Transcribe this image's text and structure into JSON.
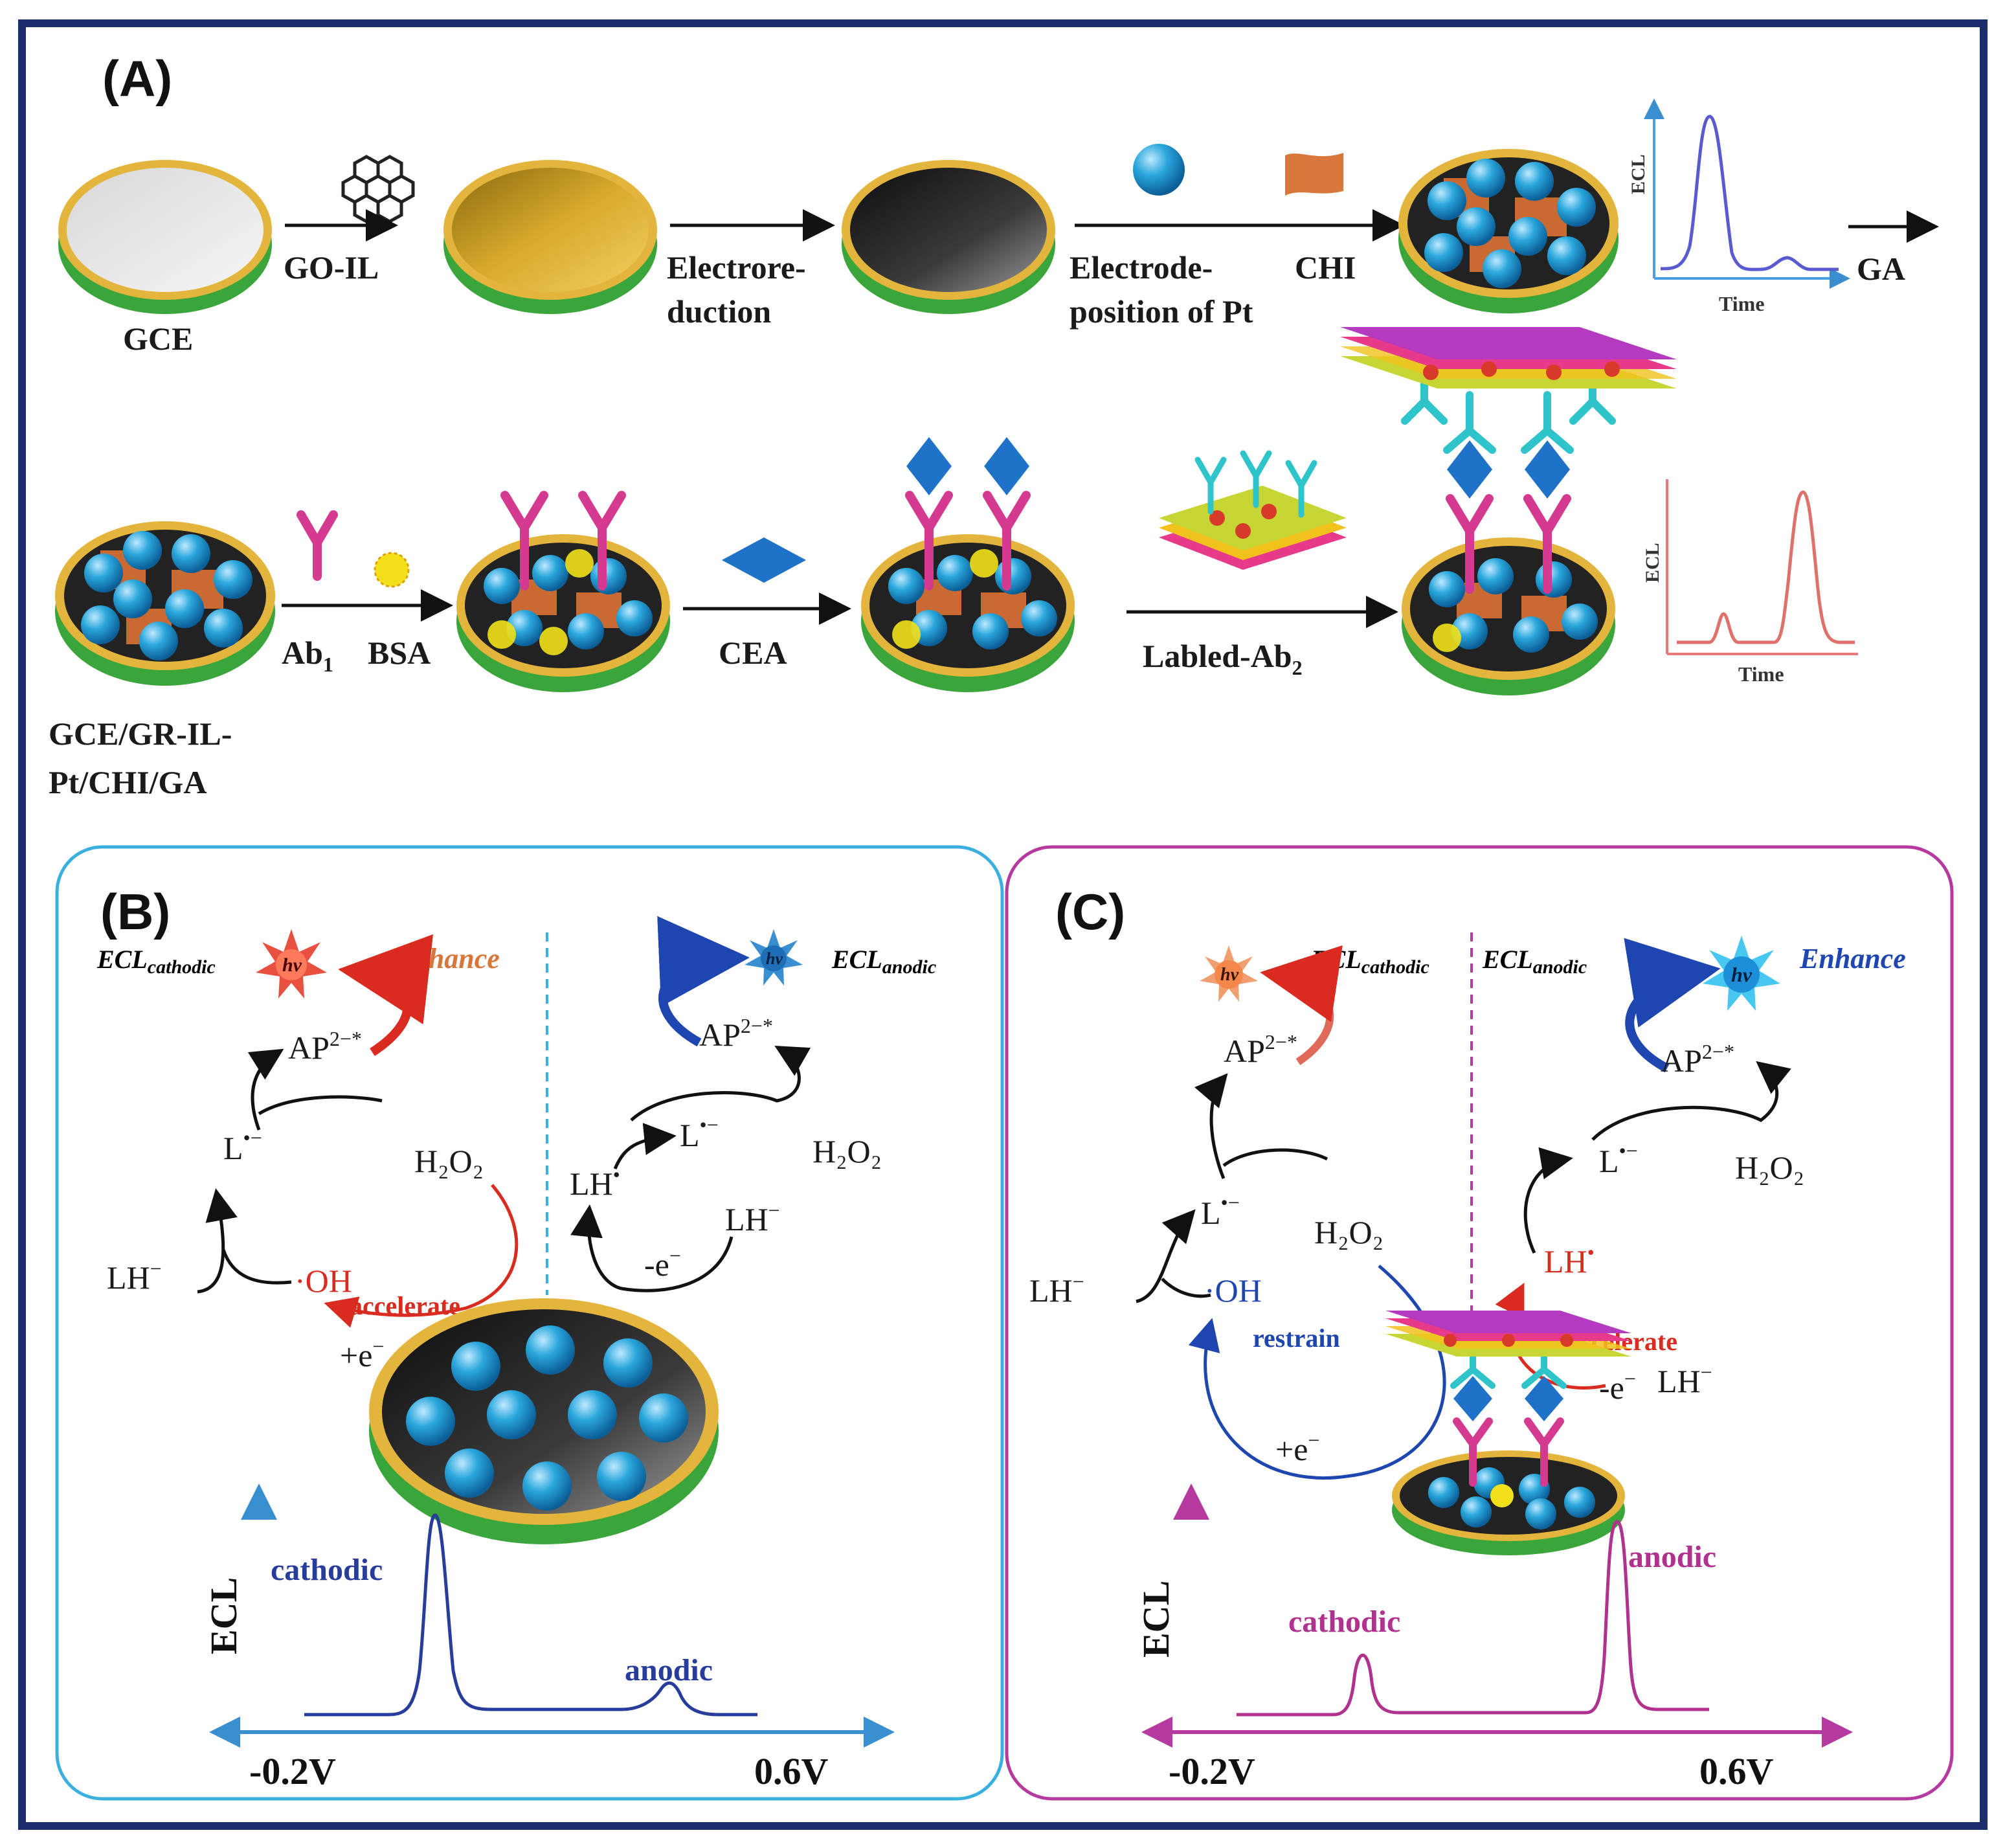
{
  "colors": {
    "frame": "#1d2d6b",
    "panel_b_border": "#3ab0e0",
    "panel_c_border": "#b5399f",
    "rim_gold": "#e4b53c",
    "rim_green": "#3aa53a",
    "pt_sphere": "#2aa7dc",
    "chi_orange": "#d9773a",
    "cea_blue": "#1e73c8",
    "antibody": "#d43a8f",
    "cathodic_red": "#d92b1f",
    "anodic_blue": "#1e46b0",
    "curve_a1": "#5a5ad0",
    "curve_a2": "#e0706a",
    "curve_b": "#283c9c",
    "curve_c": "#b0328e"
  },
  "panel_a": {
    "label": "(A)",
    "row1": {
      "gce": "GCE",
      "go_il": "GO-IL",
      "electroreduction_1": "Electrore-",
      "electroreduction_2": "duction",
      "electrodeposition_1": "Electrode-",
      "electrodeposition_2": "position of Pt",
      "chi": "CHI",
      "ga": "GA",
      "plot_ylabel": "ECL",
      "plot_xlabel": "Time"
    },
    "row2": {
      "modified_1": "GCE/GR-IL-",
      "modified_2": "Pt/CHI/GA",
      "ab1": "Ab",
      "ab1_sub": "1",
      "bsa": "BSA",
      "cea": "CEA",
      "labeled": "Labled-Ab",
      "labeled_sub": "2",
      "plot_ylabel": "ECL",
      "plot_xlabel": "Time"
    }
  },
  "panel_b": {
    "label": "(B)",
    "ecl_cathodic_main": "ECL",
    "ecl_cathodic_sub": "cathodic",
    "enhance": "Enhance",
    "ecl_anodic_main": "ECL",
    "ecl_anodic_sub": "anodic",
    "hv": "hv",
    "ap_left": "AP",
    "ap_sup": "2−*",
    "ap_right": "AP",
    "l_left": "L",
    "l_right": "L",
    "h2o2_left": "H₂O₂",
    "h2o2_right": "H₂O₂",
    "lh_minus_left": "LH",
    "lh_radical": "LH",
    "lh_minus_right": "LH",
    "oh": "·OH",
    "accelerate": "accelerate",
    "plus_e": "+e",
    "minus_e": "-e",
    "ylabel": "ECL",
    "cathodic": "cathodic",
    "anodic": "anodic",
    "x_left": "-0.2V",
    "x_right": "0.6V"
  },
  "panel_c": {
    "label": "(C)",
    "ecl_cathodic_main": "ECL",
    "ecl_cathodic_sub": "cathodic",
    "ecl_anodic_main": "ECL",
    "ecl_anodic_sub": "anodic",
    "enhance": "Enhance",
    "hv": "hv",
    "ap_left": "AP",
    "ap_right": "AP",
    "ap_sup": "2−*",
    "l_left": "L",
    "l_right": "L",
    "h2o2_left": "H₂O₂",
    "h2o2_right": "H₂O₂",
    "lh_minus_left": "LH",
    "oh": "·OH",
    "restrain": "restrain",
    "lh_radical": "LH",
    "accelerate": "accelerate",
    "minus_e": "-e",
    "lh_minus_right": "LH",
    "plus_e": "+e",
    "ylabel": "ECL",
    "cathodic": "cathodic",
    "anodic": "anodic",
    "x_left": "-0.2V",
    "x_right": "0.6V"
  }
}
